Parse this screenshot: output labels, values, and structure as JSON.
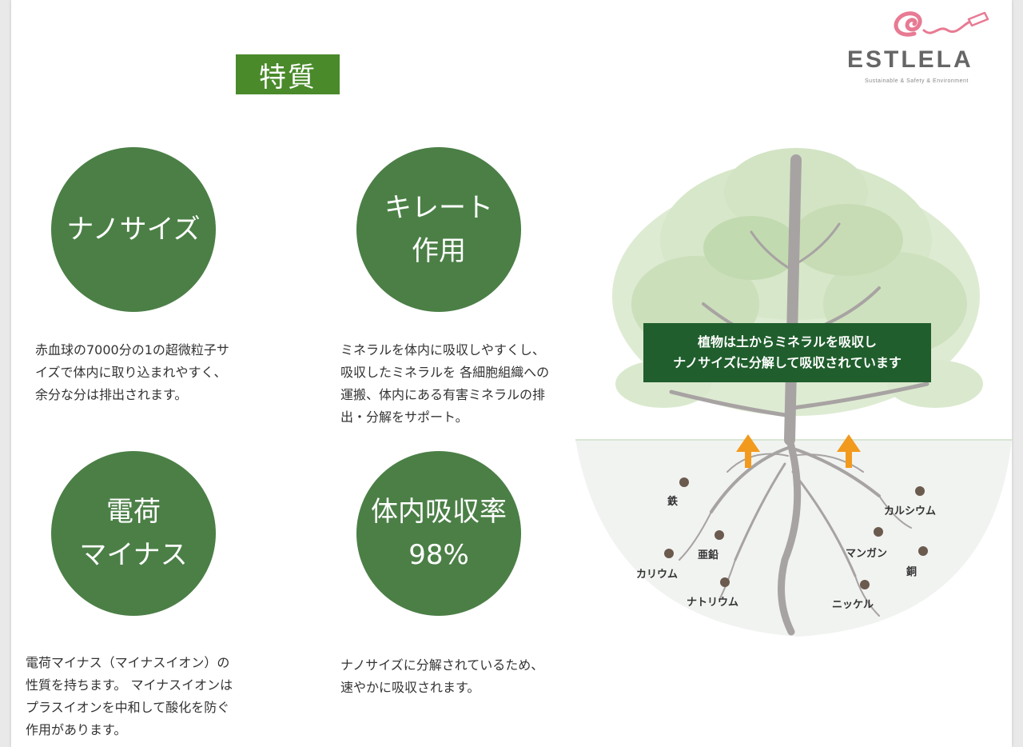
{
  "title": "特質",
  "logo": {
    "brand": "ESTLELA",
    "tagline": "Sustainable & Safety & Environment"
  },
  "features": [
    {
      "circle_lines": [
        "ナノサイズ"
      ],
      "description": [
        "赤血球の7000分の1の超微粒子サ",
        "イズで体内に取り込まれやすく、",
        "余分な分は排出されます。"
      ]
    },
    {
      "circle_lines": [
        "キレート",
        "作用"
      ],
      "description": [
        "ミネラルを体内に吸収しやすくし、",
        "吸収したミネラルを 各細胞組織への",
        "運搬、体内にある有害ミネラルの排",
        "出・分解をサポート。"
      ]
    },
    {
      "circle_lines": [
        "電荷",
        "マイナス"
      ],
      "description": [
        "電荷マイナス（マイナスイオン）の",
        "性質を持ちます。 マイナスイオンは",
        "プラスイオンを中和して酸化を防ぐ",
        "作用があります。"
      ]
    },
    {
      "circle_lines": [
        "体内吸収率",
        "98%"
      ],
      "description": [
        "ナノサイズに分解されているため、",
        "速やかに吸収されます。"
      ]
    }
  ],
  "illustration": {
    "banner_lines": [
      "植物は土からミネラルを吸収し",
      "ナノサイズに分解して吸収されています"
    ],
    "minerals": [
      "鉄",
      "カルシウム",
      "亜鉛",
      "マンガン",
      "カリウム",
      "銅",
      "ナトリウム",
      "ニッケル"
    ]
  },
  "colors": {
    "circle": "#4b7f46",
    "title_bg": "#4a8a2a",
    "banner_bg": "#205e2d",
    "arrow": "#f29a1e",
    "logo_pink": "#e87a93"
  }
}
